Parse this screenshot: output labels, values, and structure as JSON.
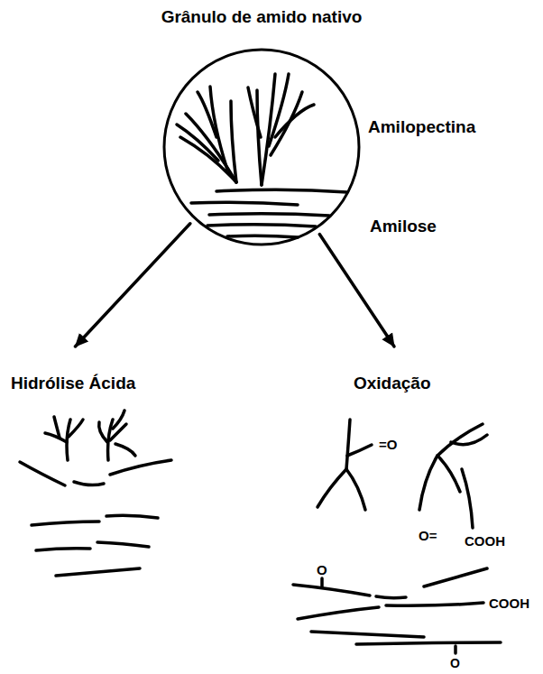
{
  "diagram": {
    "nodes": [
      {
        "text": [
          "Grânulo de amido nativo"
        ]
      },
      {
        "text": [
          "Hidrólise Ácida"
        ]
      },
      {
        "text": [
          "Oxidação"
        ]
      }
    ],
    "edges": [
      {
        "from": 0,
        "to": 1,
        "arrow": "to"
      },
      {
        "from": 0,
        "to": 2,
        "arrow": "to"
      }
    ],
    "labels": [
      "Amilopectina",
      "Amilose",
      "=O",
      "O=",
      "COOH",
      "O",
      "COOH",
      "O"
    ]
  }
}
